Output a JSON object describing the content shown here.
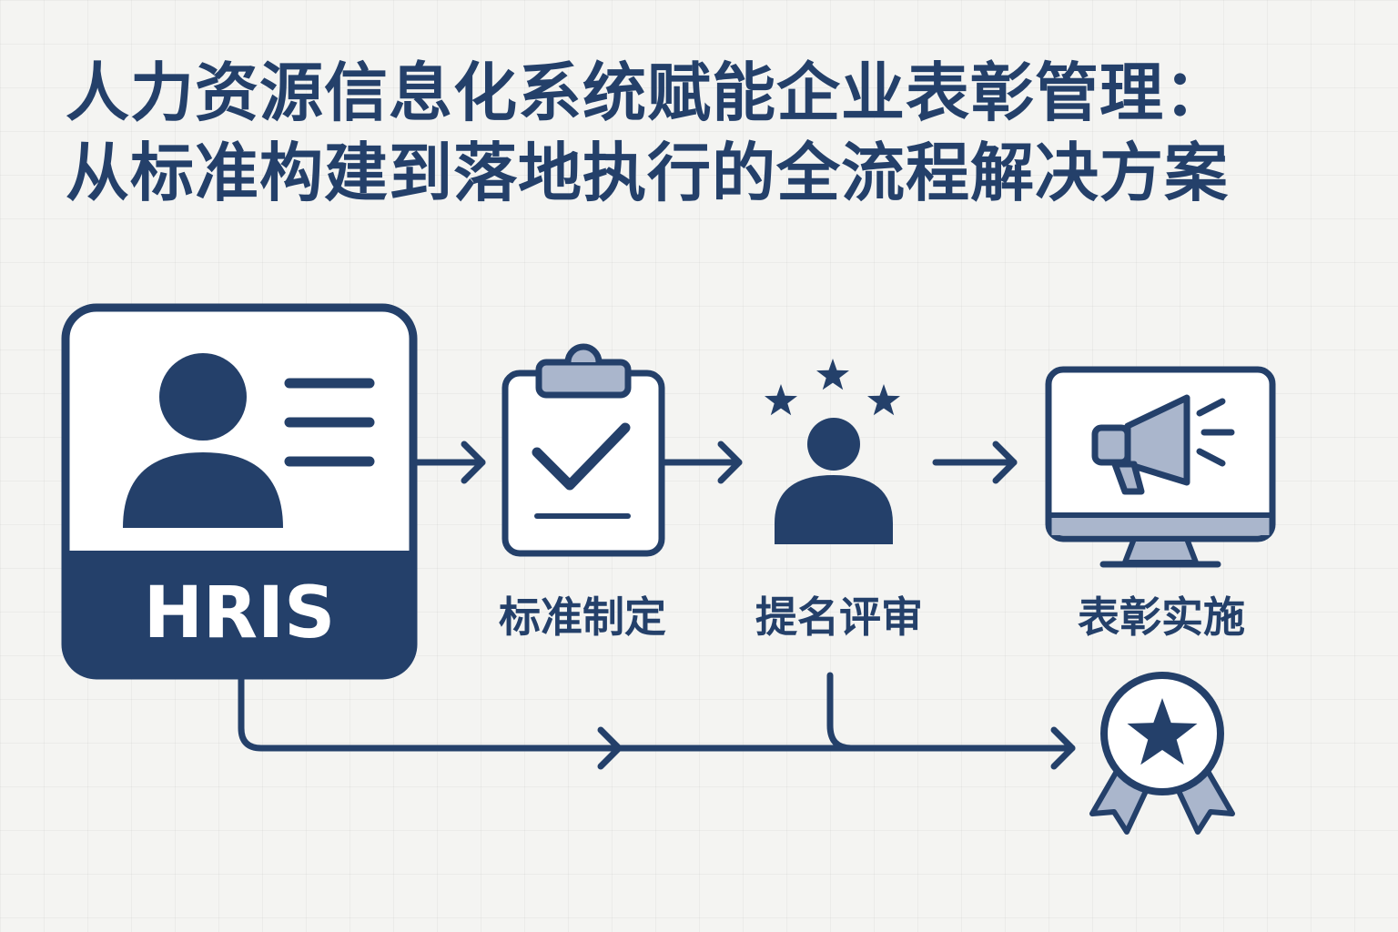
{
  "title": {
    "line1": "人力资源信息化系统赋能企业表彰管理：",
    "line2": "从标准构建到落地执行的全流程解决方案"
  },
  "hris": {
    "label": "HRIS"
  },
  "steps": [
    {
      "label": "标准制定",
      "icon": "clipboard-check-icon"
    },
    {
      "label": "提名评审",
      "icon": "person-stars-icon"
    },
    {
      "label": "表彰实施",
      "icon": "monitor-megaphone-icon"
    }
  ],
  "result": {
    "icon": "award-ribbon-icon"
  },
  "colors": {
    "primary": "#24406a",
    "accent": "#aab6cc",
    "background": "#f4f4f2",
    "card": "#ffffff"
  }
}
